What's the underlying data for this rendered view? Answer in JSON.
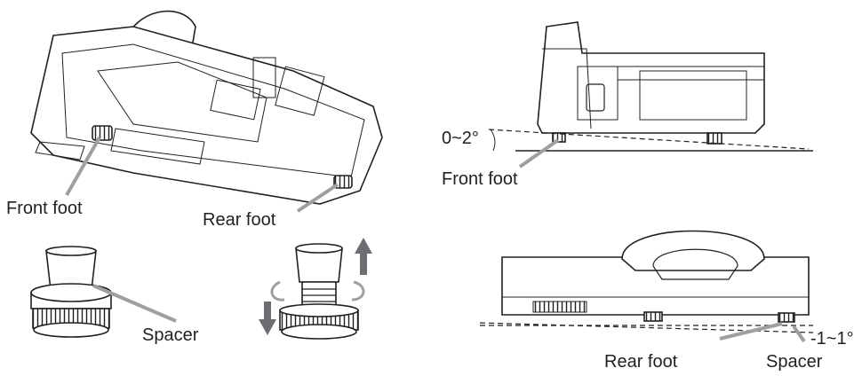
{
  "labels": {
    "front_foot_left": "Front foot",
    "rear_foot_left": "Rear foot",
    "spacer_left": "Spacer",
    "angle_top": "0~2°",
    "front_foot_right": "Front foot",
    "angle_bottom": "-1~1°",
    "rear_foot_right": "Rear foot",
    "spacer_right": "Spacer"
  },
  "colors": {
    "leader": "#9d9fa2",
    "line": "#231f20",
    "arrow": "#6d6e71"
  }
}
